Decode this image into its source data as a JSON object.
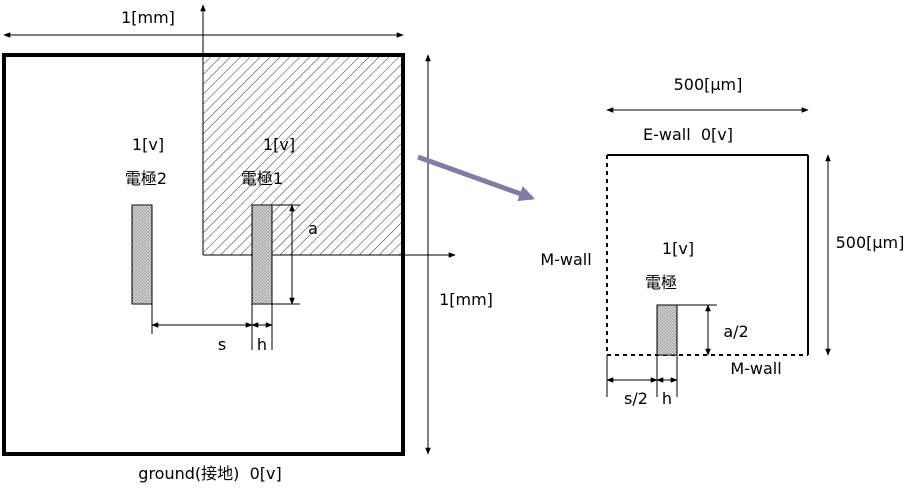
{
  "left_figure": {
    "width_label": "1[mm]",
    "height_label": "1[mm]",
    "ground_label": "ground(接地)  0[v]",
    "electrode2": {
      "voltage": "1[v]",
      "name": "電極2"
    },
    "electrode1": {
      "voltage": "1[v]",
      "name": "電極1"
    },
    "dim_a": "a",
    "dim_s": "s",
    "dim_h": "h"
  },
  "right_figure": {
    "width_label": "500[µm]",
    "height_label": "500[µm]",
    "top_wall_label": "E-wall  0[v]",
    "left_wall_label": "M-wall",
    "bottom_wall_label": "M-wall",
    "electrode": {
      "voltage": "1[v]",
      "name": "電極"
    },
    "dim_a_half": "a/2",
    "dim_s_half": "s/2",
    "dim_h": "h"
  },
  "colors": {
    "line": "#000000",
    "arrow": "#7f7fa6",
    "electrode_fill": "#c8c8c8"
  }
}
